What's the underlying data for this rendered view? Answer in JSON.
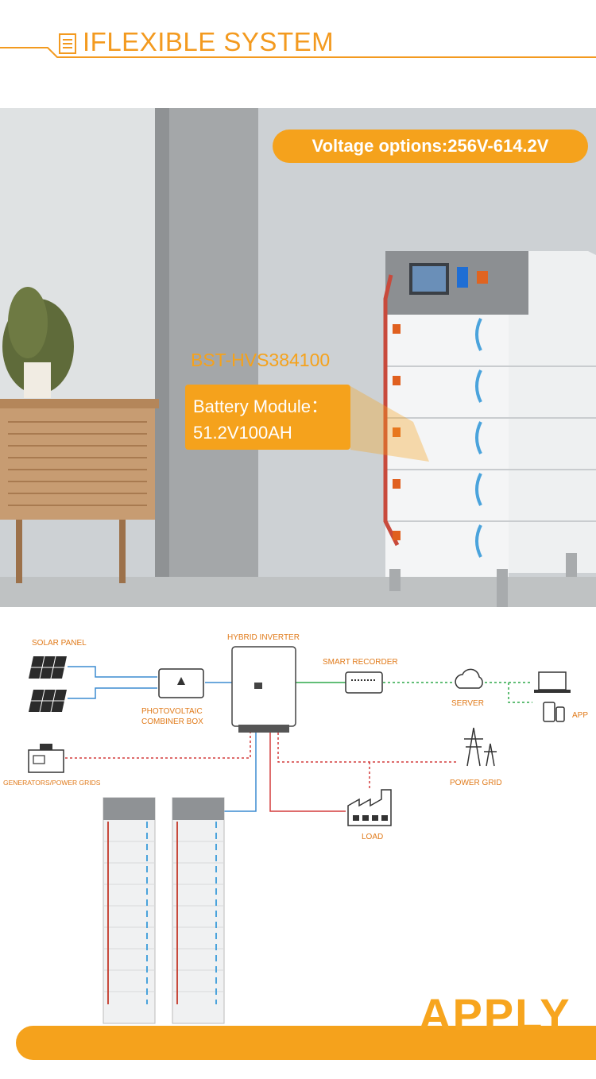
{
  "header": {
    "title": "IFLEXIBLE SYSTEM",
    "accent_color": "#f39a1f"
  },
  "hero": {
    "voltage_badge": "Voltage options:256V-614.2V",
    "model": "BST-HVS384100",
    "module_label": "Battery Module：",
    "module_spec": "51.2V100AH"
  },
  "diagram": {
    "solar_panel": "SOLAR PANEL",
    "hybrid_inverter": "HYBRID INVERTER",
    "smart_recorder": "SMART RECORDER",
    "combiner_box_line1": "PHOTOVOLTAIC",
    "combiner_box_line2": "COMBINER BOX",
    "server": "SERVER",
    "app": "APP",
    "generators": "GENERATORS/POWER GRIDS",
    "power_grid": "POWER GRID",
    "load": "LOAD"
  },
  "footer": {
    "apply": "APPLY"
  },
  "icons": [
    "document-icon",
    "solar-panel-icon",
    "combiner-box-icon",
    "inverter-icon",
    "recorder-icon",
    "cloud-icon",
    "laptop-icon",
    "phone-icon",
    "generator-icon",
    "power-tower-icon",
    "factory-icon",
    "battery-rack-icon"
  ]
}
